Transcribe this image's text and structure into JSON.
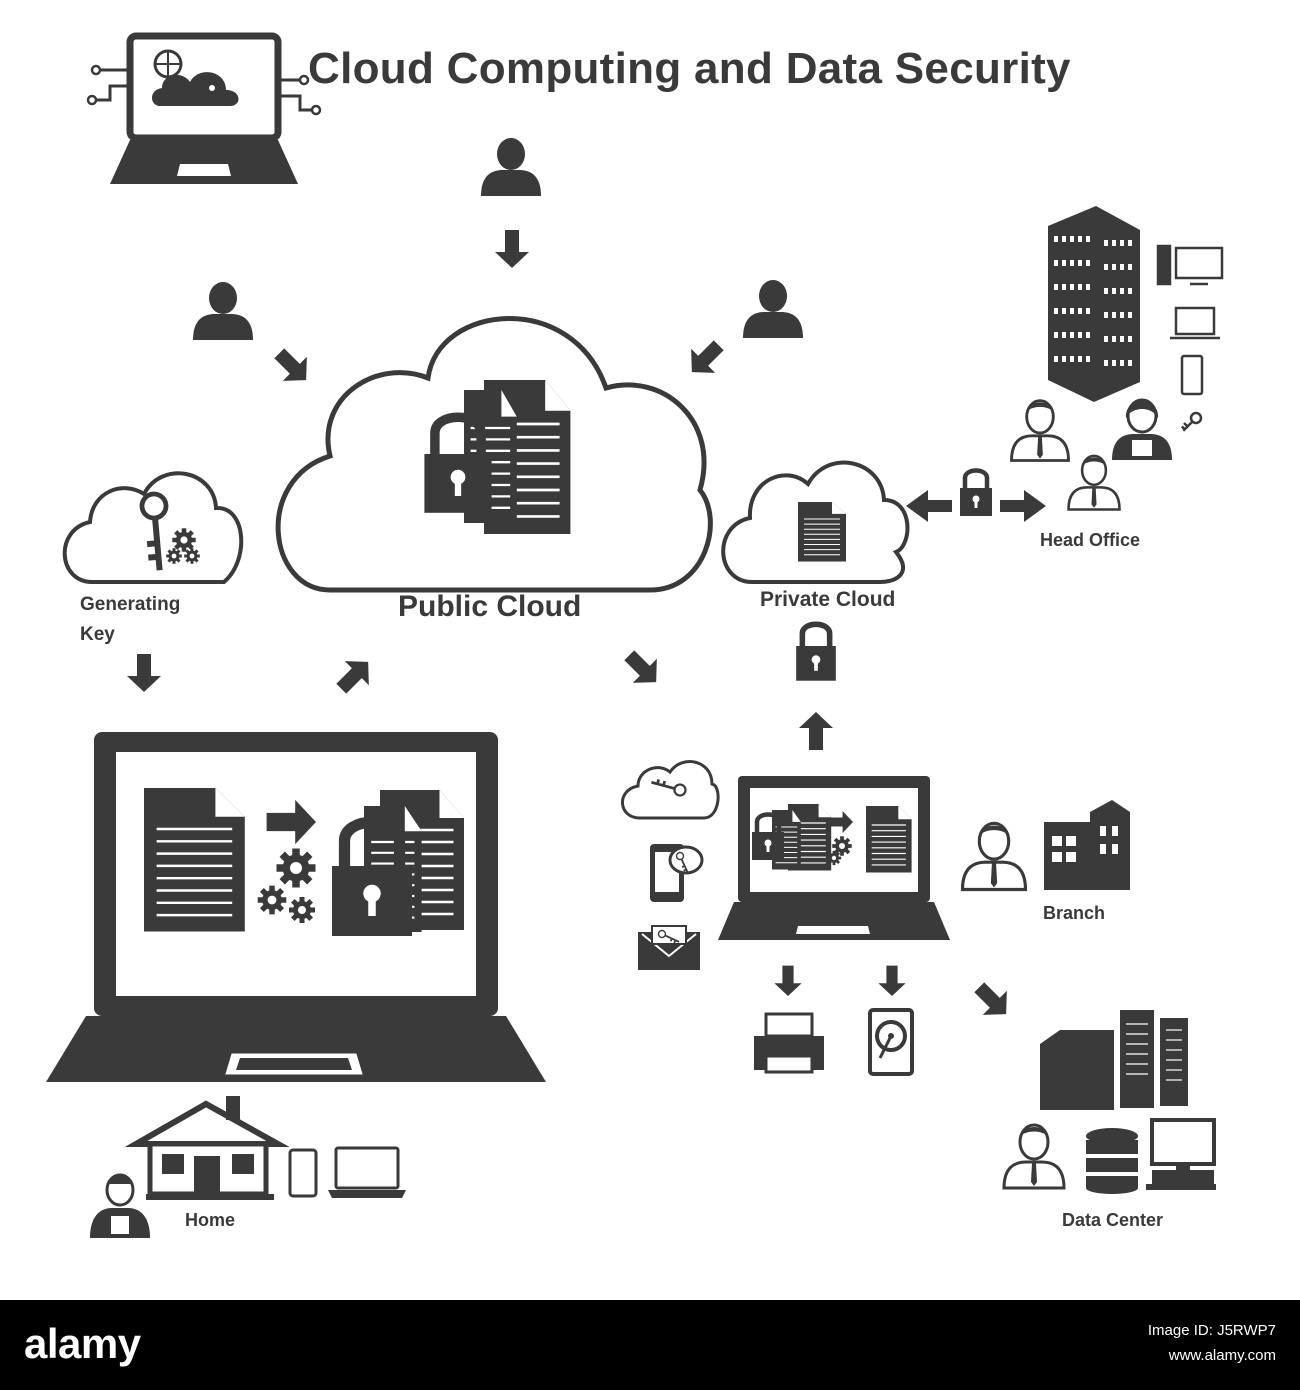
{
  "title": "Cloud Computing  and Data Security",
  "labels": {
    "public_cloud": "Public Cloud",
    "private_cloud": "Private Cloud",
    "generating_key_line1": "Generating",
    "generating_key_line2": "Key",
    "head_office": "Head Office",
    "branch": "Branch",
    "home": "Home",
    "data_center": "Data Center"
  },
  "colors": {
    "icon": "#3a3a3a",
    "background": "#ffffff",
    "footer": "#000000"
  },
  "icons": [
    "laptop-cloud-icon",
    "user-icon",
    "arrow-icon",
    "cloud-icon",
    "padlock-icon",
    "document-icon",
    "key-icon",
    "gear-icon",
    "building-icon",
    "desktop-icon",
    "phone-icon",
    "printer-icon",
    "hard-drive-icon",
    "server-rack-icon",
    "database-icon",
    "house-icon",
    "envelope-icon"
  ],
  "footer": {
    "logo": "alamy",
    "image_id": "Image ID: J5RWP7",
    "url": "www.alamy.com"
  }
}
